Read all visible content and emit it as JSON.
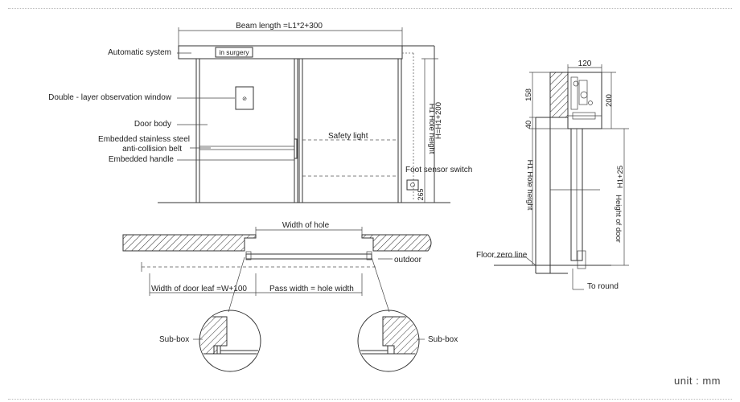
{
  "labels": {
    "beam_length": "Beam length =L1*2+300",
    "automatic_system": "Automatic system",
    "in_surgery": "in surgery",
    "observation_window": "Double - layer observation window",
    "door_body": "Door body",
    "embedded_steel_1": "Embedded stainless steel",
    "embedded_steel_2": "anti-collision belt",
    "embedded_handle": "Embedded handle",
    "safety_light": "Safety light",
    "foot_sensor": "Foot sensor switch",
    "hole_height": "H1 Hole height",
    "h_total": "H=H1+200",
    "dim_265": "265",
    "width_of_hole": "Width of hole",
    "outdoor": "outdoor",
    "door_leaf_width": "Width of door leaf =W+100",
    "pass_width": "Pass width = hole width",
    "sub_box_left": "Sub-box",
    "sub_box_right": "Sub-box",
    "dim_120": "120",
    "dim_158": "158",
    "dim_200": "200",
    "dim_40": "40",
    "side_hole_height": "H1 Hole height",
    "side_h1_25": "H1+25",
    "side_height_of_door": "Height of door",
    "floor_zero_line": "Floor zero line",
    "to_round": "To round",
    "unit": "unit :  mm"
  }
}
